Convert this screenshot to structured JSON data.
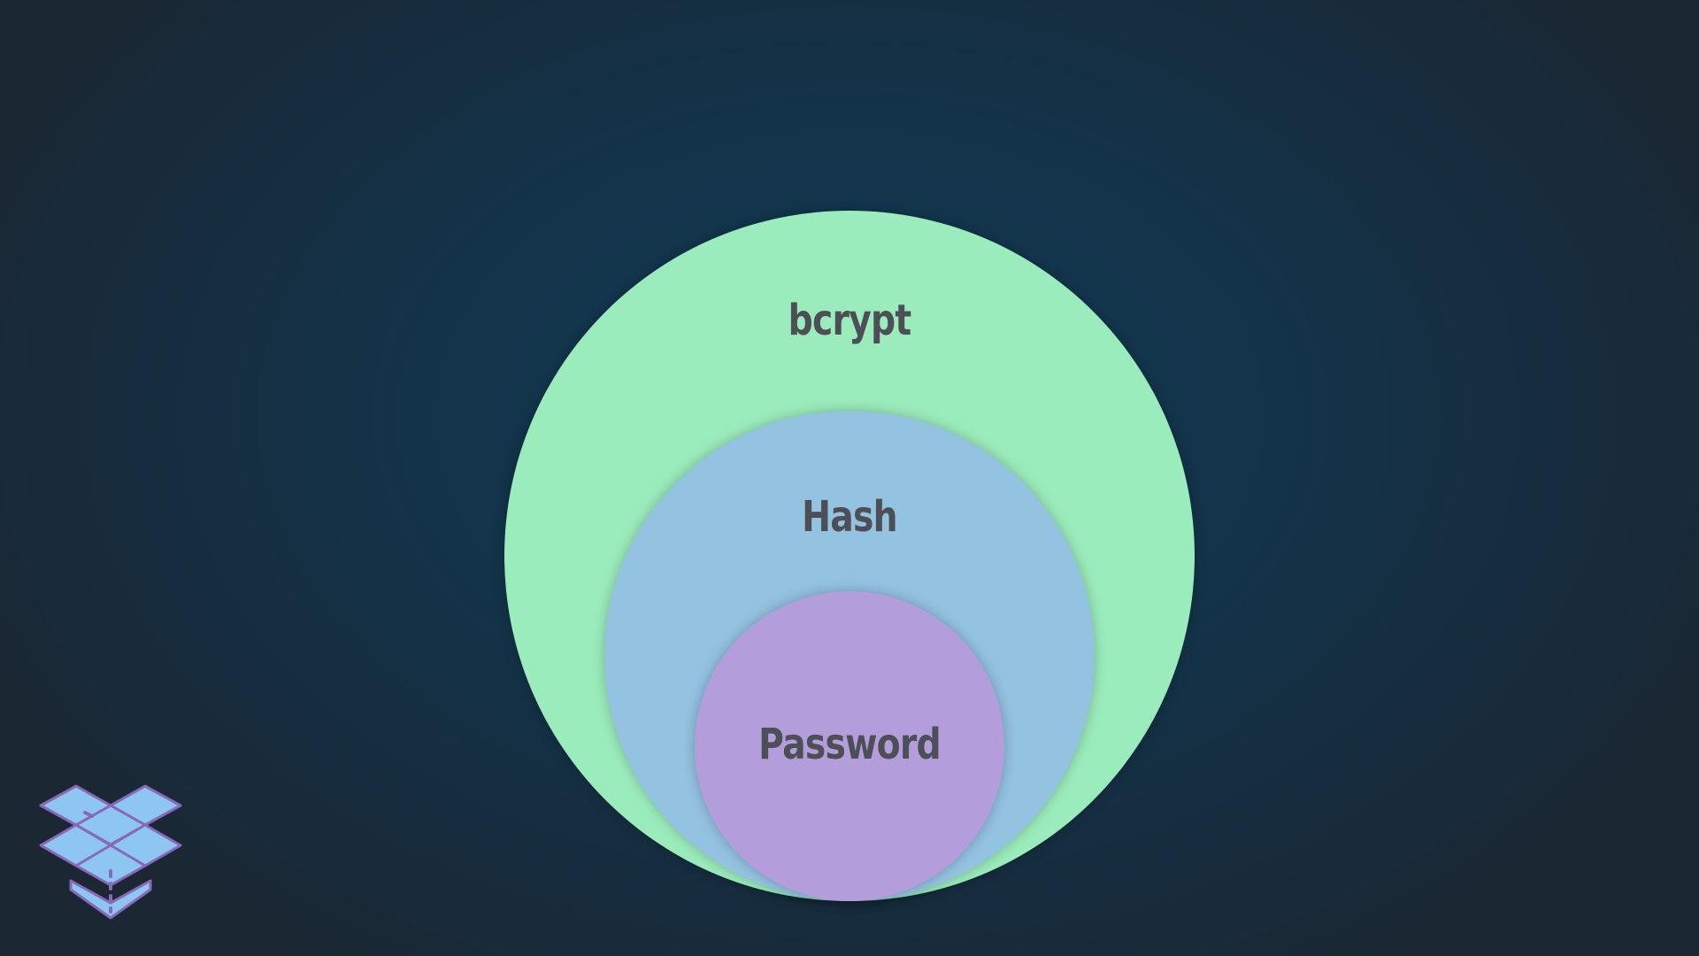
{
  "diagram": {
    "layers": [
      {
        "id": "bcrypt",
        "label": "bcrypt",
        "fill": "#9becbc"
      },
      {
        "id": "hash",
        "label": "Hash",
        "fill": "#94c2e1"
      },
      {
        "id": "password",
        "label": "Password",
        "fill": "#b39ddb"
      }
    ],
    "label_color": "#4d4f56"
  },
  "logo": {
    "icon": "dropbox-box-icon",
    "fill": "#8ec6f2",
    "stroke": "#8a68b8"
  }
}
